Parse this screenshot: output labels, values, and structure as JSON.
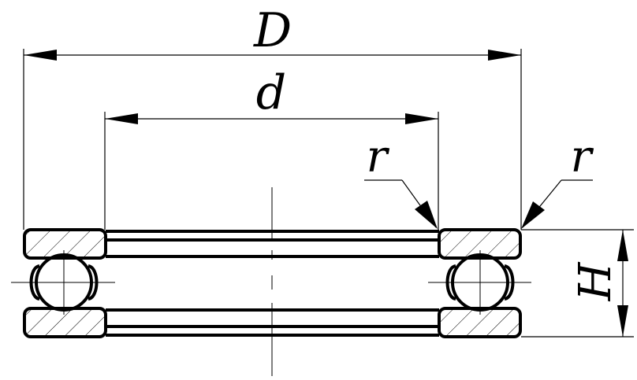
{
  "labels": {
    "outer_diameter": "D",
    "inner_diameter": "d",
    "radius_left": "r",
    "radius_right": "r",
    "height": "H"
  },
  "colors": {
    "line": "#000000",
    "background": "#ffffff"
  }
}
